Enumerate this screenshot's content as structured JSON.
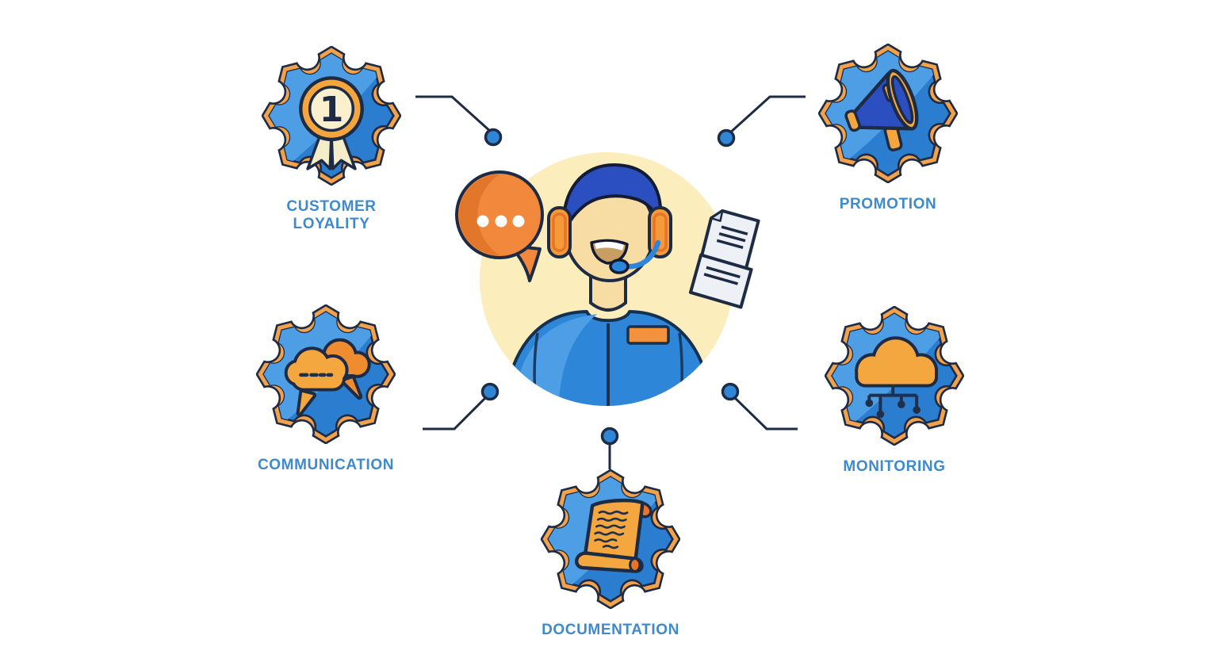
{
  "diagram": {
    "title": "",
    "center": {
      "alt": "customer support agent with headset",
      "icons": [
        "chat-bubble-icon",
        "support-agent-avatar",
        "documents-icon"
      ]
    },
    "nodes": [
      {
        "id": "customer-loyalty",
        "label": "CUSTOMER LOYALITY",
        "icon": "award-medal-icon",
        "position": "top-left"
      },
      {
        "id": "promotion",
        "label": "PROMOTION",
        "icon": "megaphone-icon",
        "position": "top-right"
      },
      {
        "id": "communication",
        "label": "COMMUNICATION",
        "icon": "speech-clouds-icon",
        "position": "middle-left"
      },
      {
        "id": "monitoring",
        "label": "MONITORING",
        "icon": "cloud-network-icon",
        "position": "middle-right"
      },
      {
        "id": "documentation",
        "label": "DOCUMENTATION",
        "icon": "scroll-icon",
        "position": "bottom-center"
      }
    ],
    "colors": {
      "label_text": "#3E8ACC",
      "gear_blue": "#2B7ECF",
      "gear_blue_light": "#4D9EE4",
      "gear_rim_orange": "#F2A24C",
      "outline_dark": "#1D2B45",
      "accent_orange": "#F29A3C",
      "accent_orange_dark": "#E2762B",
      "center_circle_cream": "#FBEDBC",
      "person_skin": "#F7DCA3",
      "person_hair_blue": "#2B4FC0",
      "jacket_blue": "#2E86D8",
      "connector_dot_blue": "#2E86D5",
      "paper_fill": "#EDF0F4"
    }
  }
}
